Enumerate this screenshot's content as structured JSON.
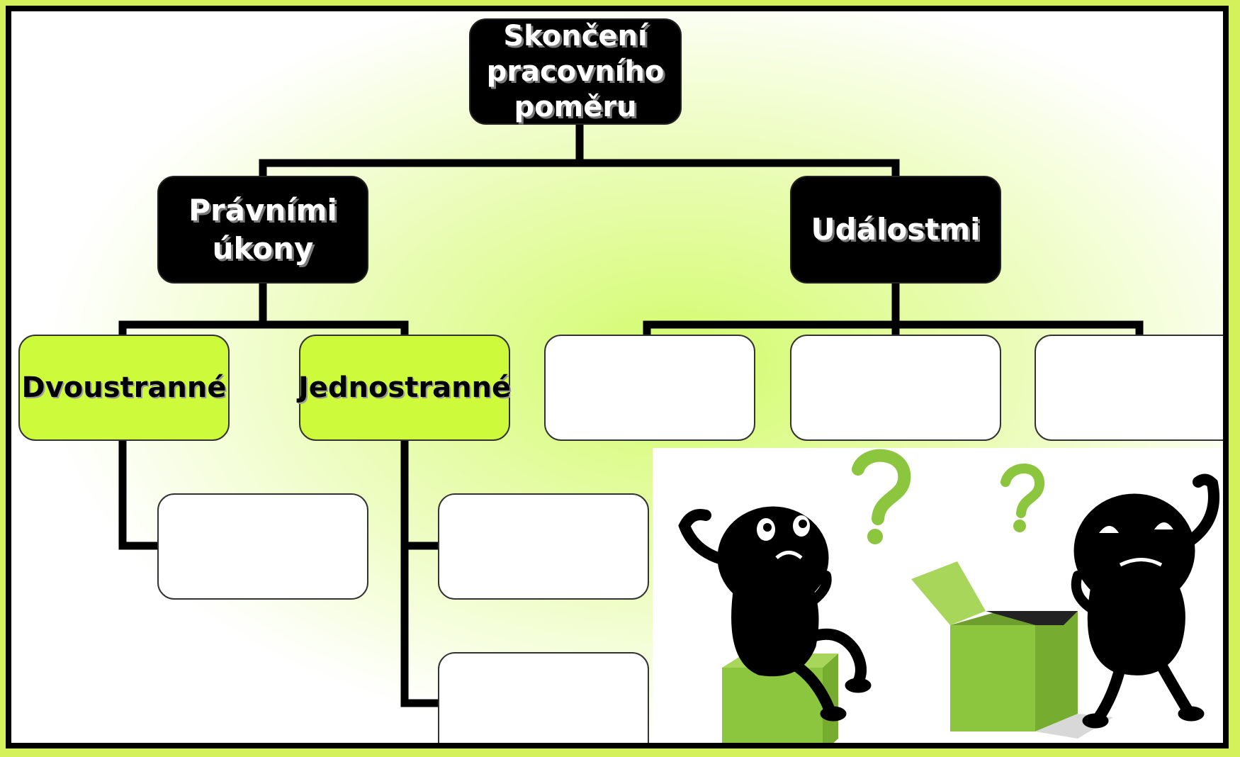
{
  "diagram": {
    "root": {
      "label_line1": "Skončení",
      "label_line2": "pracovního",
      "label_line3": "poměru"
    },
    "branch_left": {
      "label_line1": "Právními",
      "label_line2": "úkony"
    },
    "branch_right": {
      "label": "Událostmi"
    },
    "leaf_bilateral": {
      "label": "Dvoustranné"
    },
    "leaf_unilateral": {
      "label": "Jednostranné"
    }
  },
  "colors": {
    "dark_node": "#000000",
    "green_node": "#cdfb3c",
    "connector": "#000000",
    "background_glow": "#d2fb6a"
  },
  "illustration": {
    "icons": [
      "question-mark-icon",
      "puzzled-figure-icon",
      "green-box-icon"
    ]
  }
}
